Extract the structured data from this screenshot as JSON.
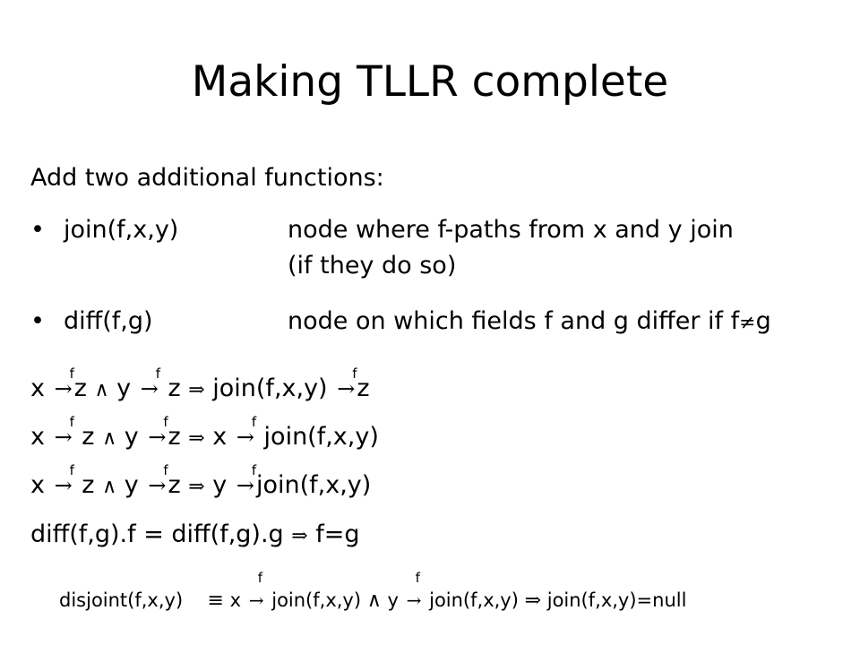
{
  "slide": {
    "title": "Making TLLR complete",
    "intro": "Add two additional functions:",
    "bullets": [
      {
        "name": "join(f,x,y)",
        "desc_line1": "node where f-paths from x and y join",
        "desc_line2": "(if they do so)"
      },
      {
        "name": "diff(f,g)",
        "desc_text": "node on which fields f and g differ if f",
        "neq": "≠",
        "desc_tail": "g"
      }
    ],
    "formulas": {
      "f1": {
        "x": "x",
        "z1": "z",
        "and": "∧",
        "y": "y",
        "z2": "z",
        "implies": "⇒",
        "rhs": "join(f,x,y)",
        "rhs_z": "z"
      },
      "f2": {
        "x": "x",
        "z1": "z",
        "and": "∧",
        "y": "y",
        "z2": "z",
        "implies": "⇒",
        "rhs_x": "x",
        "rhs": "join(f,x,y)"
      },
      "f3": {
        "x": "x",
        "z1": "z",
        "and": "∧",
        "y": "y",
        "z2": "z",
        "implies": "⇒",
        "rhs_y": "y",
        "rhs": "join(f,x,y)"
      },
      "f4": {
        "lhs": "diff(f,g).f = diff(f,g).g",
        "implies": "⇒",
        "rhs": "f=g"
      }
    },
    "arrow_symbol": "→",
    "arrow_label": "f",
    "footer": {
      "lhs": "disjoint(f,x,y)",
      "equiv": "≡",
      "x": "x",
      "join1": "join(f,x,y)",
      "and": "∧",
      "y": "y",
      "join2": "join(f,x,y)",
      "implies": "⇒",
      "rhs": "join(f,x,y)=null"
    }
  }
}
